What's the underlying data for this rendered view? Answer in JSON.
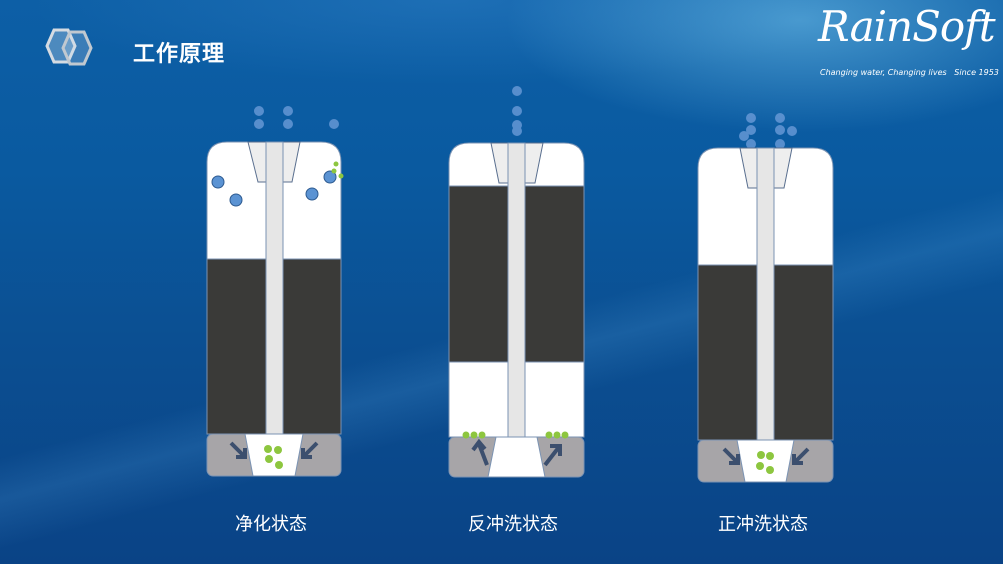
{
  "header": {
    "title": "工作原理"
  },
  "brand": {
    "name": "RainSoft",
    "tagline": "Changing water, Changing lives",
    "since": "Since 1953"
  },
  "stages": [
    {
      "label": "净化状态"
    },
    {
      "label": "反冲洗状态"
    },
    {
      "label": "正冲洗状态"
    }
  ],
  "colors": {
    "media": "#3a3a38",
    "base": "#a7a5a8",
    "bubble": "#5b93d3",
    "particle": "#8dc63f",
    "arrow": "#3c4f6e"
  }
}
